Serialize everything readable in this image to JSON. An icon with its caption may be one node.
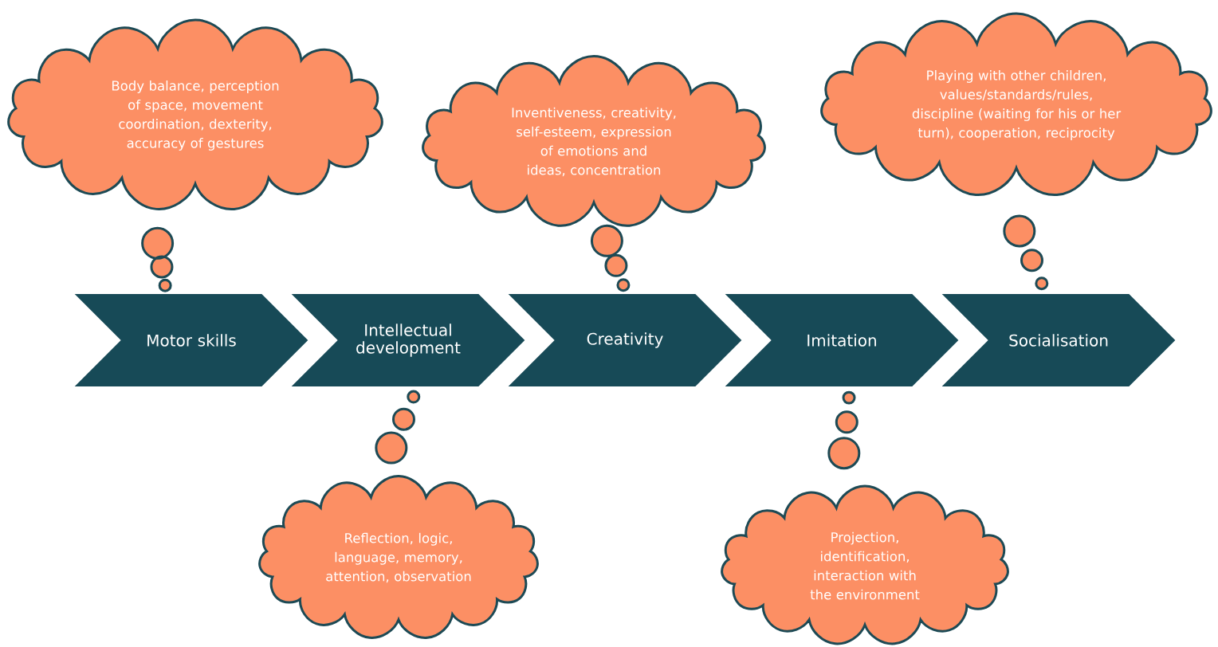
{
  "diagram": {
    "nodes": [
      {
        "text": [
          "Motor skills"
        ]
      },
      {
        "text": [
          "Intellectual development"
        ]
      },
      {
        "text": [
          "Creativity"
        ]
      },
      {
        "text": [
          "Imitation"
        ]
      },
      {
        "text": [
          "Socialisation"
        ]
      },
      {
        "text": [
          "Body balance, perception of space, movement coordination, dexterity, accuracy of gestures"
        ]
      },
      {
        "text": [
          "Inventiveness, creativity, self-esteem, expression of emotions and ideas, concentration"
        ]
      },
      {
        "text": [
          "Playing with other children, values/standards/rules, discipline (waiting for his or her turn), cooperation, reciprocity"
        ]
      },
      {
        "text": [
          "Reflection, logic, language, memory, attention, observation"
        ]
      },
      {
        "text": [
          "Projection, identification, interaction with the environment"
        ]
      }
    ],
    "edges": [
      {
        "from": 5,
        "to": 0,
        "arrow": "none"
      },
      {
        "from": 6,
        "to": 2,
        "arrow": "none"
      },
      {
        "from": 7,
        "to": 4,
        "arrow": "none"
      },
      {
        "from": 8,
        "to": 1,
        "arrow": "none"
      },
      {
        "from": 9,
        "to": 3,
        "arrow": "none"
      }
    ]
  }
}
